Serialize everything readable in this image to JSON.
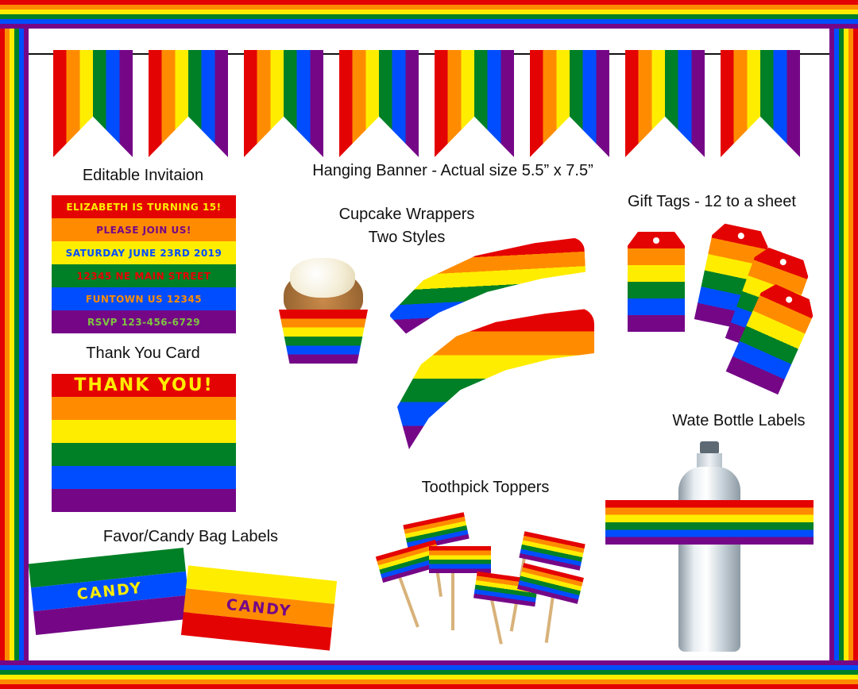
{
  "banner_caption": "Hanging Banner - Actual size 5.5” x 7.5”",
  "invitation": {
    "title": "Editable Invitaion",
    "lines": [
      "ELIZABETH IS TURNING 15!",
      "PLEASE JOIN US!",
      "SATURDAY JUNE 23RD 2019",
      "12345 NE MAIN STREET",
      "FUNTOWN US 12345",
      "RSVP 123-456-6729"
    ]
  },
  "thank_you": {
    "title": "Thank You Card",
    "card_text": "THANK YOU!"
  },
  "cupcake": {
    "title_line1": "Cupcake Wrappers",
    "title_line2": "Two Styles"
  },
  "gift_tags": {
    "title": "Gift Tags - 12 to a sheet"
  },
  "water_bottle": {
    "title": "Wate Bottle Labels"
  },
  "toothpick": {
    "title": "Toothpick Toppers"
  },
  "favor": {
    "title": "Favor/Candy Bag Labels",
    "label1": "CANDY",
    "label2": "CANDY"
  },
  "colors": {
    "red": "#e40303",
    "orange": "#ff8c00",
    "yellow": "#ffed00",
    "green": "#008026",
    "blue": "#004dff",
    "purple": "#750787"
  }
}
